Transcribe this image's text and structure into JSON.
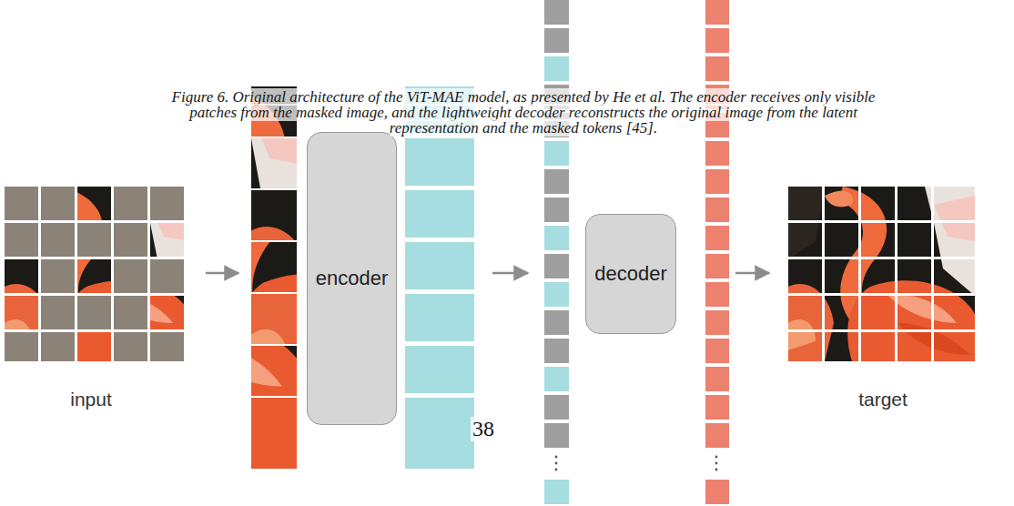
{
  "diagram": {
    "caption": "Figure 6. Original architecture of the ViT-MAE model, as presented by He et al. The encoder receives only visible patches from the masked image, and the lightweight decoder reconstructs the original image from the latent representation and the masked tokens [45].",
    "nodes": [
      {
        "text": [
          "encoder"
        ]
      },
      {
        "text": [
          "decoder"
        ]
      }
    ],
    "labels": [
      "input",
      "target",
      "38"
    ]
  }
}
